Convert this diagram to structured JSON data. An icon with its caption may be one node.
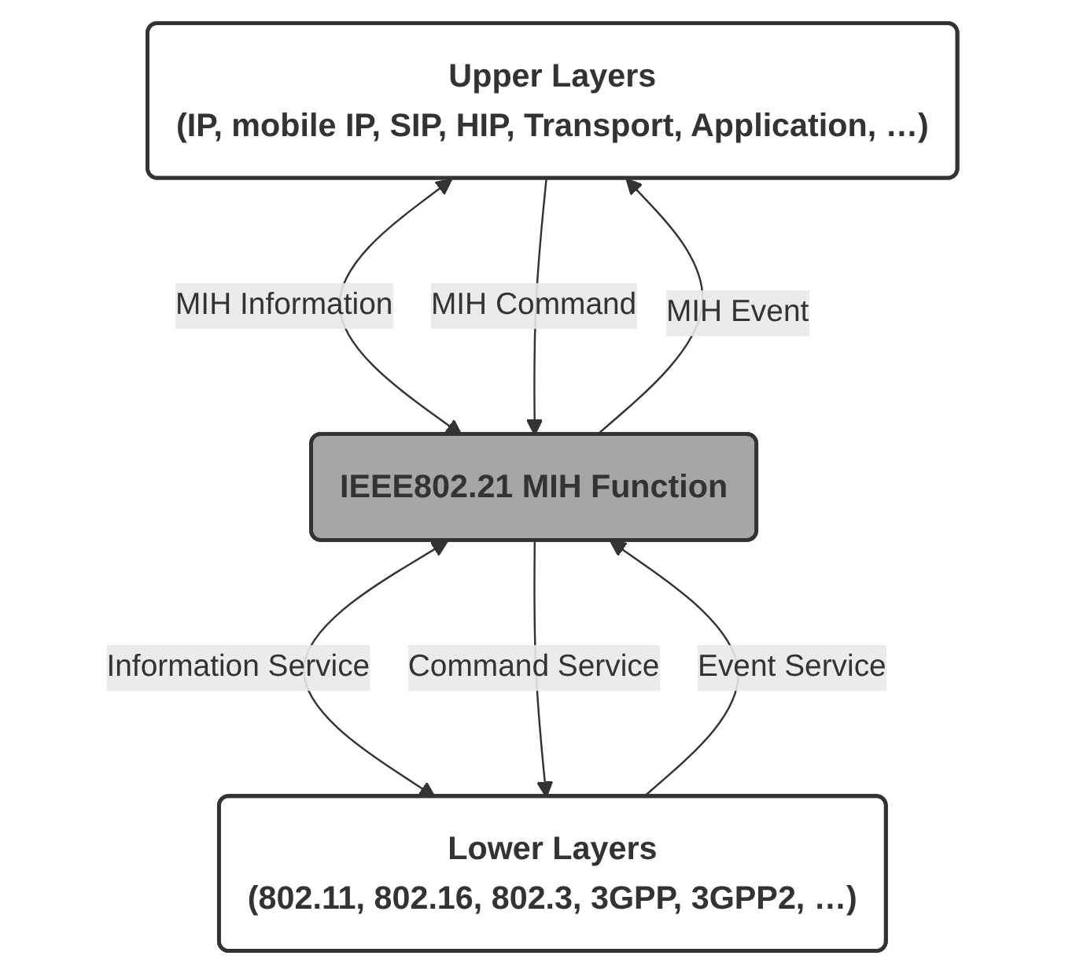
{
  "diagram": {
    "nodes": [
      {
        "text": [
          "Upper Layers",
          "(IP, mobile IP, SIP, HIP, Transport, Application, …)"
        ]
      },
      {
        "text": [
          "IEEE802.21 MIH Function"
        ]
      },
      {
        "text": [
          "Lower Layers",
          "(802.11, 802.16, 802.3, 3GPP, 3GPP2, …)"
        ]
      }
    ],
    "edges": [
      {
        "from": 0,
        "to": 1,
        "arrow": "both",
        "label": "MIH Information"
      },
      {
        "from": 0,
        "to": 1,
        "arrow": "to",
        "label": "MIH Command"
      },
      {
        "from": 1,
        "to": 0,
        "arrow": "to",
        "label": "MIH Event"
      },
      {
        "from": 1,
        "to": 2,
        "arrow": "both",
        "label": "Information Service"
      },
      {
        "from": 1,
        "to": 2,
        "arrow": "to",
        "label": "Command Service"
      },
      {
        "from": 2,
        "to": 1,
        "arrow": "to",
        "label": "Event Service"
      }
    ]
  }
}
